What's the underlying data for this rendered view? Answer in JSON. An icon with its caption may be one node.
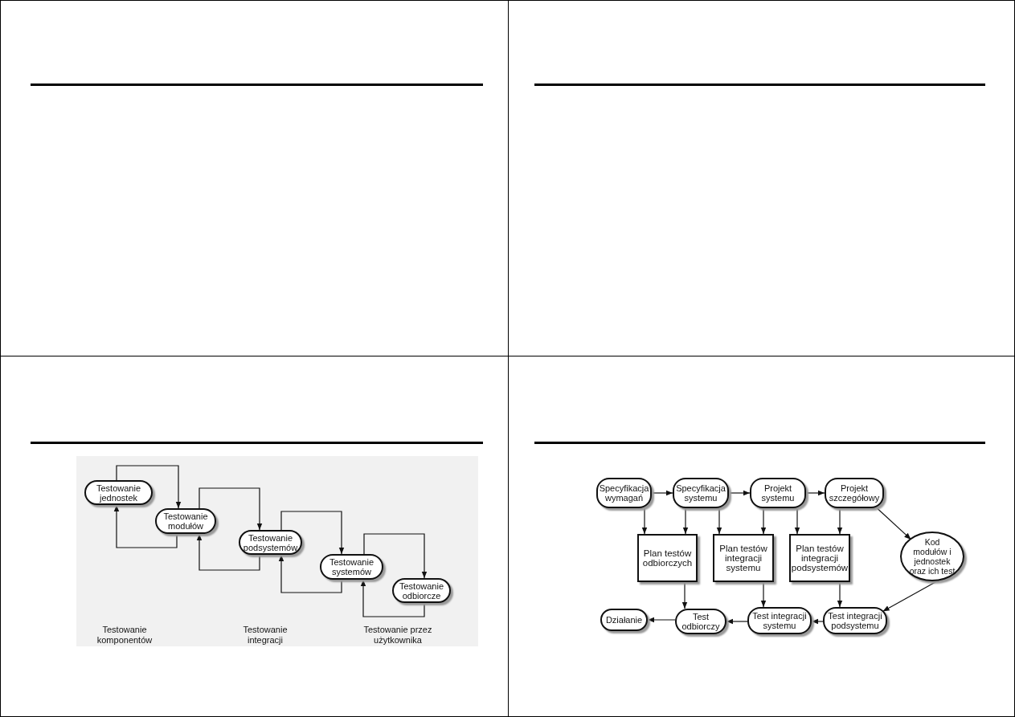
{
  "diagram": {
    "nodes": [
      {
        "text": [
          "Testowanie jednostek"
        ]
      },
      {
        "text": [
          "Testowanie modułów"
        ]
      },
      {
        "text": [
          "Testowanie podsystemów"
        ]
      },
      {
        "text": [
          "Testowanie systemów"
        ]
      },
      {
        "text": [
          "Testowanie odbiorcze"
        ]
      },
      {
        "text": [
          "Specyfikacja wymagań"
        ]
      },
      {
        "text": [
          "Specyfikacja systemu"
        ]
      },
      {
        "text": [
          "Projekt systemu"
        ]
      },
      {
        "text": [
          "Projekt szczegółowy"
        ]
      },
      {
        "text": [
          "Plan testów odbiorczych"
        ]
      },
      {
        "text": [
          "Plan testów integracji systemu"
        ]
      },
      {
        "text": [
          "Plan testów integracji podsystemów"
        ]
      },
      {
        "text": [
          "Kod modułów i jednostek oraz ich test"
        ]
      },
      {
        "text": [
          "Działanie"
        ]
      },
      {
        "text": [
          "Test odbiorczy"
        ]
      },
      {
        "text": [
          "Test integracji systemu"
        ]
      },
      {
        "text": [
          "Test integracji podsystemu"
        ]
      }
    ],
    "edges": [
      {
        "from": 0,
        "to": 1,
        "arrow": "to"
      },
      {
        "from": 1,
        "to": 0,
        "arrow": "to"
      },
      {
        "from": 1,
        "to": 2,
        "arrow": "to"
      },
      {
        "from": 2,
        "to": 1,
        "arrow": "to"
      },
      {
        "from": 2,
        "to": 3,
        "arrow": "to"
      },
      {
        "from": 3,
        "to": 2,
        "arrow": "to"
      },
      {
        "from": 3,
        "to": 4,
        "arrow": "to"
      },
      {
        "from": 4,
        "to": 3,
        "arrow": "to"
      },
      {
        "from": 5,
        "to": 6,
        "arrow": "to"
      },
      {
        "from": 6,
        "to": 7,
        "arrow": "to"
      },
      {
        "from": 7,
        "to": 8,
        "arrow": "to"
      },
      {
        "from": 5,
        "to": 9,
        "arrow": "to"
      },
      {
        "from": 6,
        "to": 9,
        "arrow": "to"
      },
      {
        "from": 6,
        "to": 10,
        "arrow": "to"
      },
      {
        "from": 7,
        "to": 10,
        "arrow": "to"
      },
      {
        "from": 7,
        "to": 11,
        "arrow": "to"
      },
      {
        "from": 8,
        "to": 11,
        "arrow": "to"
      },
      {
        "from": 8,
        "to": 12,
        "arrow": "to"
      },
      {
        "from": 9,
        "to": 14,
        "arrow": "to"
      },
      {
        "from": 10,
        "to": 15,
        "arrow": "to"
      },
      {
        "from": 11,
        "to": 16,
        "arrow": "to"
      },
      {
        "from": 12,
        "to": 16,
        "arrow": "to"
      },
      {
        "from": 16,
        "to": 15,
        "arrow": "to"
      },
      {
        "from": 15,
        "to": 14,
        "arrow": "to"
      },
      {
        "from": 14,
        "to": 13,
        "arrow": "to"
      }
    ],
    "labels": [
      "Testowanie komponentów",
      "Testowanie integracji",
      "Testowanie przez użytkownika"
    ]
  }
}
